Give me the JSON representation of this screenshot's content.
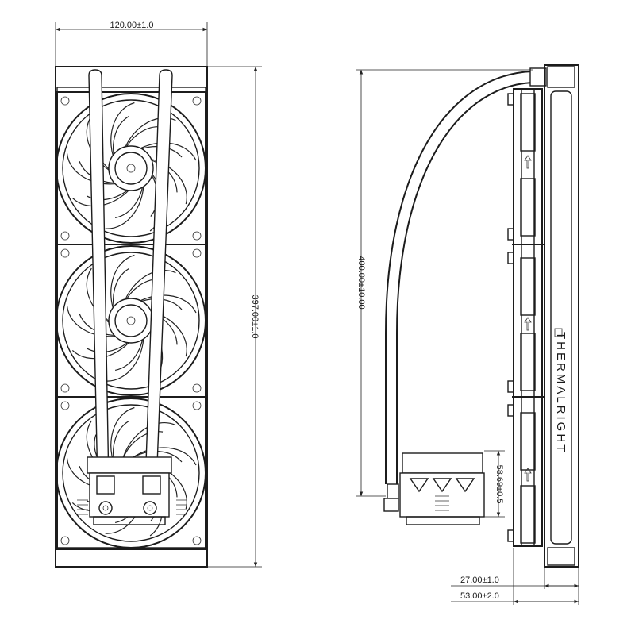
{
  "dimensions": {
    "front_width": "120.00±1.0",
    "front_height": "397.00±1.0",
    "tube_length": "400.00±10.00",
    "pump_height": "58.69±0.5",
    "rad_thickness": "27.00±1.0",
    "total_thickness": "53.00±2.0"
  },
  "brand": "THERMALRIGHT"
}
